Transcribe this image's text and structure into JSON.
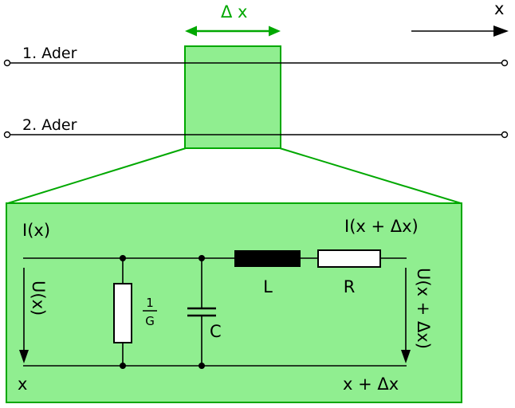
{
  "top": {
    "delta_x": "Δ x",
    "axis_x": "x",
    "wire1": "1. Ader",
    "wire2": "2. Ader"
  },
  "circuit": {
    "i_in": "I(x)",
    "i_out": "I(x + Δx)",
    "u_in": "U(x)",
    "u_out": "U(x + Δx)",
    "inductor": "L",
    "resistor": "R",
    "capacitor": "C",
    "conductance_num": "1",
    "conductance_den": "G",
    "x_left": "x",
    "x_right": "x + Δx"
  },
  "colors": {
    "green_stroke": "#00A800",
    "green_fill": "#90EE90",
    "line_black": "#000000",
    "component_fill_white": "#ffffff",
    "inductor_fill_black": "#000000"
  }
}
